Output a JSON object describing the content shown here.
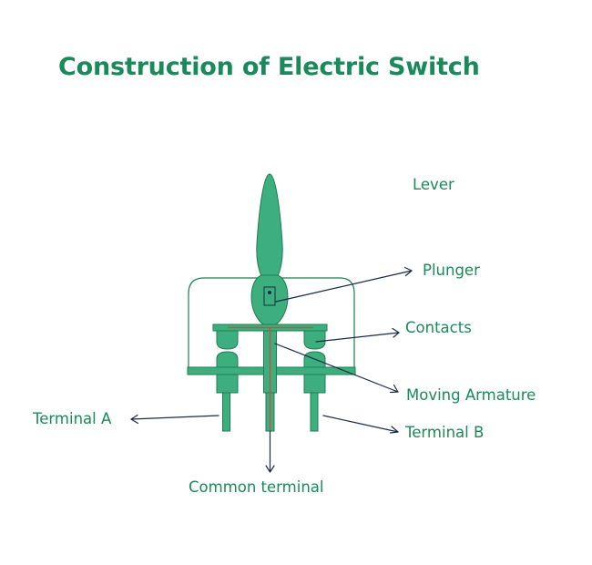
{
  "title": "Construction of Electric Switch",
  "colors": {
    "title": "#1a8a5a",
    "body_fill": "#3daf7e",
    "outline": "#1e7d52",
    "armature_stripe": "#c0533a",
    "arrow": "#1c2a44",
    "label": "#1a8a5a"
  },
  "labels": {
    "lever": "Lever",
    "plunger": "Plunger",
    "contacts": "Contacts",
    "moving_armature": "Moving Armature",
    "terminal_a": "Terminal A",
    "terminal_b": "Terminal B",
    "common_terminal": "Common terminal"
  }
}
